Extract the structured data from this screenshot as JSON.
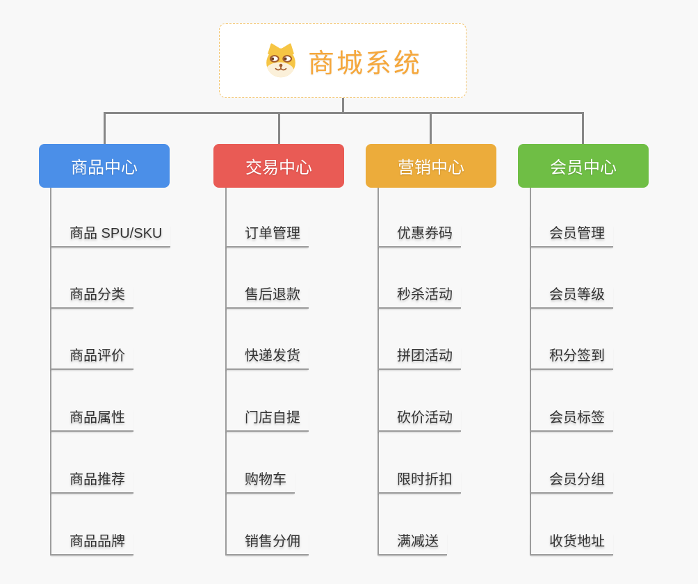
{
  "root": {
    "title": "商城系统",
    "icon": "dog-face-icon"
  },
  "branches": [
    {
      "id": "product-center",
      "label": "商品中心",
      "color": "#4b8fe8",
      "items": [
        "商品 SPU/SKU",
        "商品分类",
        "商品评价",
        "商品属性",
        "商品推荐",
        "商品品牌"
      ]
    },
    {
      "id": "trade-center",
      "label": "交易中心",
      "color": "#e95b55",
      "items": [
        "订单管理",
        "售后退款",
        "快递发货",
        "门店自提",
        "购物车",
        "销售分佣"
      ]
    },
    {
      "id": "marketing-center",
      "label": "营销中心",
      "color": "#ecac3b",
      "items": [
        "优惠券码",
        "秒杀活动",
        "拼团活动",
        "砍价活动",
        "限时折扣",
        "满减送"
      ]
    },
    {
      "id": "member-center",
      "label": "会员中心",
      "color": "#6fbe45",
      "items": [
        "会员管理",
        "会员等级",
        "积分签到",
        "会员标签",
        "会员分组",
        "收货地址"
      ]
    }
  ],
  "palette": {
    "background": "#f8f8f8",
    "root_text": "#f5a73b",
    "root_border": "#f2c36b",
    "tree_connector": "#878787",
    "leaf_connector": "#9c9c9c",
    "leaf_text": "#333333",
    "branch_text": "#ffffff"
  }
}
